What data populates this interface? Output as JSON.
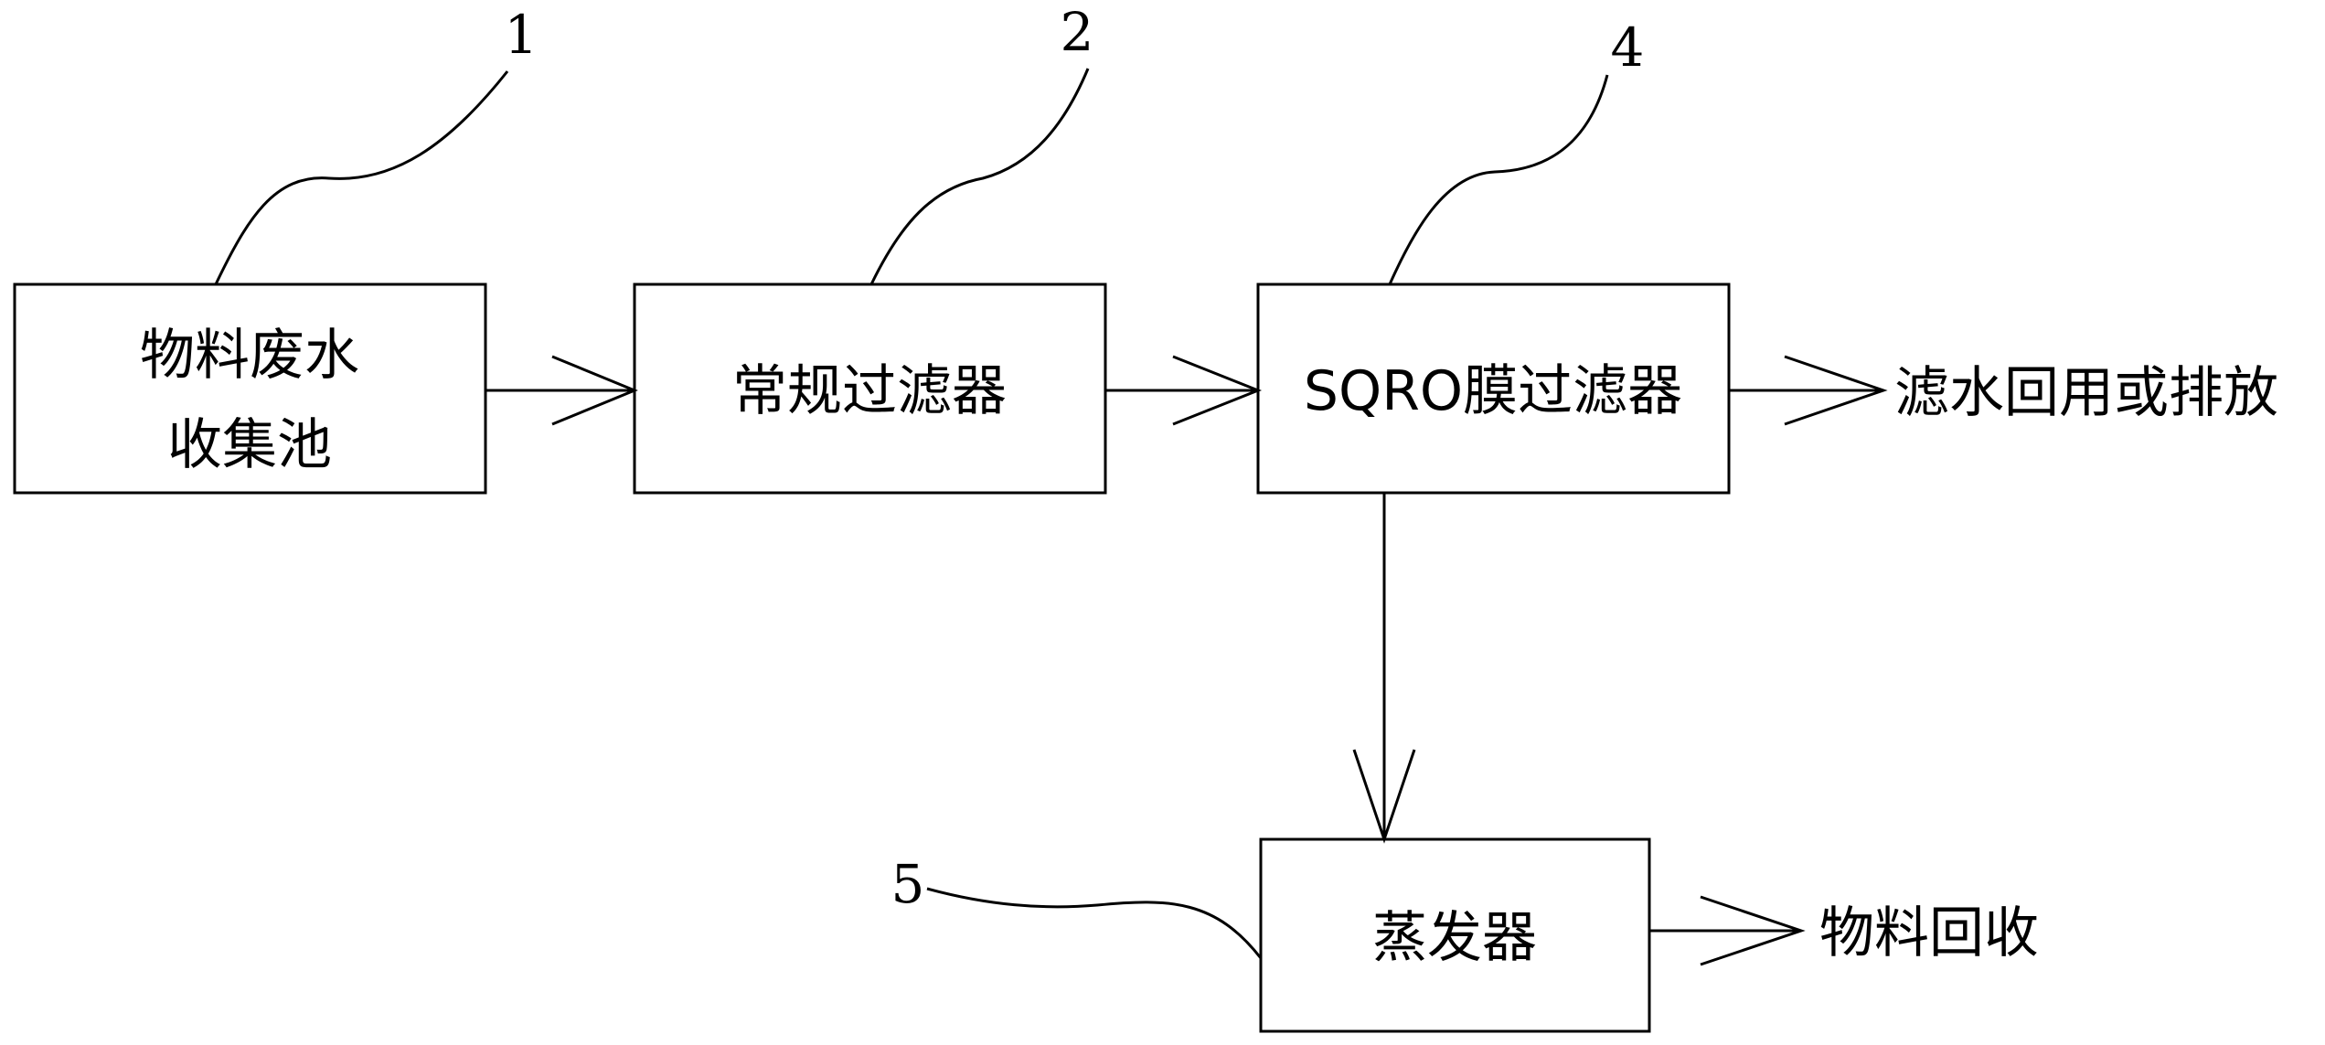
{
  "diagram": {
    "nodes": {
      "n1_line1": "物料废水",
      "n1_line2": "收集池",
      "n2": "常规过滤器",
      "n4": "SQRO膜过滤器",
      "n5": "蒸发器"
    },
    "outputs": {
      "filtrate": "滤水回用或排放",
      "recovery": "物料回收"
    },
    "refs": {
      "r1": "1",
      "r2": "2",
      "r4": "4",
      "r5": "5"
    }
  }
}
